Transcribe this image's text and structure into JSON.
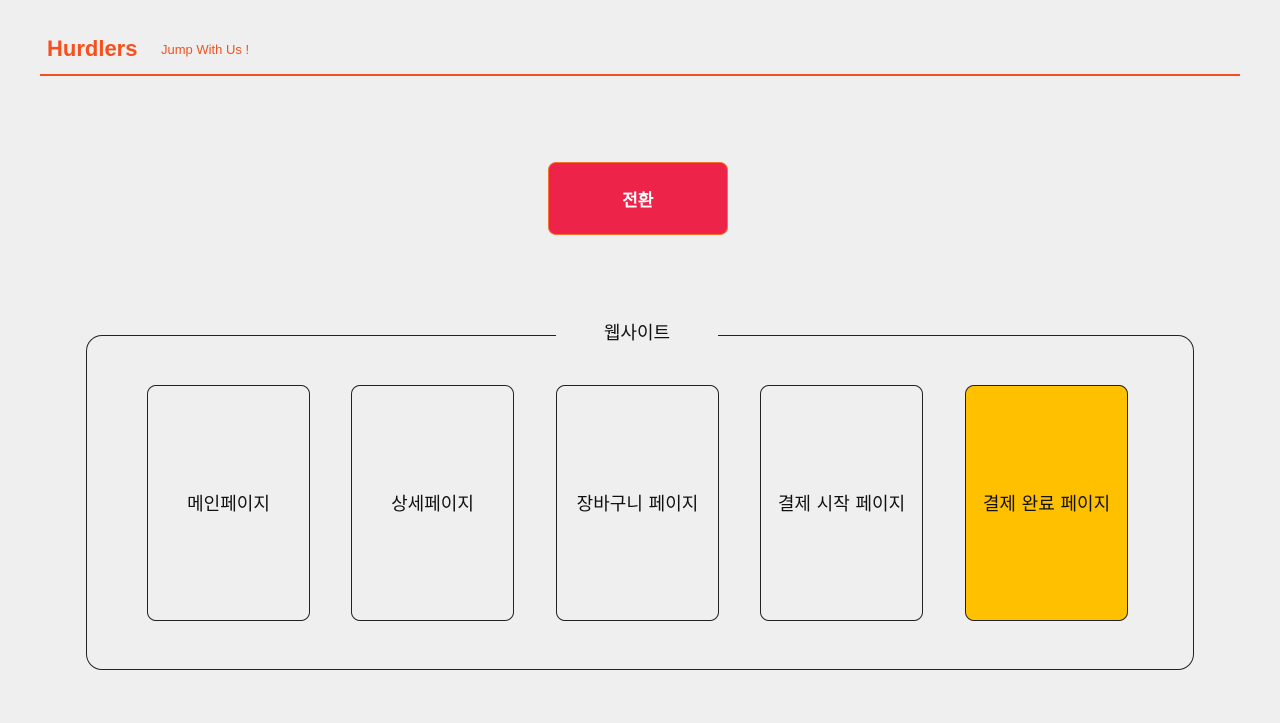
{
  "header": {
    "brand": "Hurdlers",
    "tagline": "Jump With Us !",
    "accent_color": "#f4511e"
  },
  "switch_button": {
    "label": "전환",
    "color": "#ee234a"
  },
  "website": {
    "label": "웹사이트",
    "pages": [
      {
        "label": "메인페이지",
        "active": false
      },
      {
        "label": "상세페이지",
        "active": false
      },
      {
        "label": "장바구니 페이지",
        "active": false
      },
      {
        "label": "결제 시작 페이지",
        "active": false
      },
      {
        "label": "결제 완료 페이지",
        "active": true
      }
    ],
    "active_color": "#ffc000"
  }
}
